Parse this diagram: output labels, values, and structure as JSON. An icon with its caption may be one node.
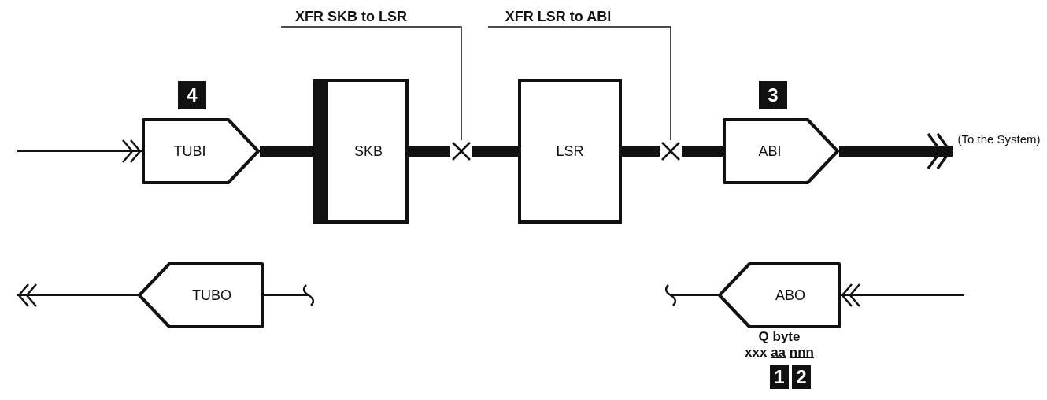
{
  "diagram": {
    "nodes": [
      {
        "text": [
          "XFR SKB to LSR"
        ]
      },
      {
        "text": [
          "XFR LSR to ABI"
        ]
      },
      {
        "text": [
          "TUBI"
        ],
        "beside": [
          "4"
        ]
      },
      {
        "text": [
          "SKB"
        ]
      },
      {
        "text": [],
        "shape": "cross"
      },
      {
        "text": [
          "LSR"
        ]
      },
      {
        "text": [],
        "shape": "cross"
      },
      {
        "text": [
          "ABI"
        ],
        "beside": [
          "3"
        ]
      },
      {
        "text": [
          "(To the System)"
        ]
      },
      {
        "text": [
          "TUBO"
        ]
      },
      {
        "text": [
          "ABO"
        ],
        "beside": [
          "Q byte",
          "xxx aa nnn"
        ]
      }
    ],
    "edges": [
      {
        "from": null,
        "to": 2,
        "arrow": "to"
      },
      {
        "from": 2,
        "to": 3,
        "arrow": "none",
        "style": "thick"
      },
      {
        "from": 3,
        "to": 4,
        "arrow": "none",
        "style": "thick"
      },
      {
        "from": 4,
        "to": 5,
        "arrow": "none",
        "style": "thick"
      },
      {
        "from": 5,
        "to": 6,
        "arrow": "none",
        "style": "thick"
      },
      {
        "from": 6,
        "to": 7,
        "arrow": "none",
        "style": "thick"
      },
      {
        "from": 7,
        "to": 8,
        "arrow": "to",
        "style": "thick"
      },
      {
        "from": 0,
        "to": 4,
        "arrow": "none"
      },
      {
        "from": 1,
        "to": 6,
        "arrow": "none"
      },
      {
        "from": 9,
        "to": null,
        "arrow": "to"
      },
      {
        "from": null,
        "to": 9,
        "arrow": "other"
      },
      {
        "from": null,
        "to": 10,
        "arrow": "to"
      },
      {
        "from": 10,
        "to": null,
        "arrow": "other"
      }
    ],
    "labels": [
      "1",
      "2"
    ]
  }
}
